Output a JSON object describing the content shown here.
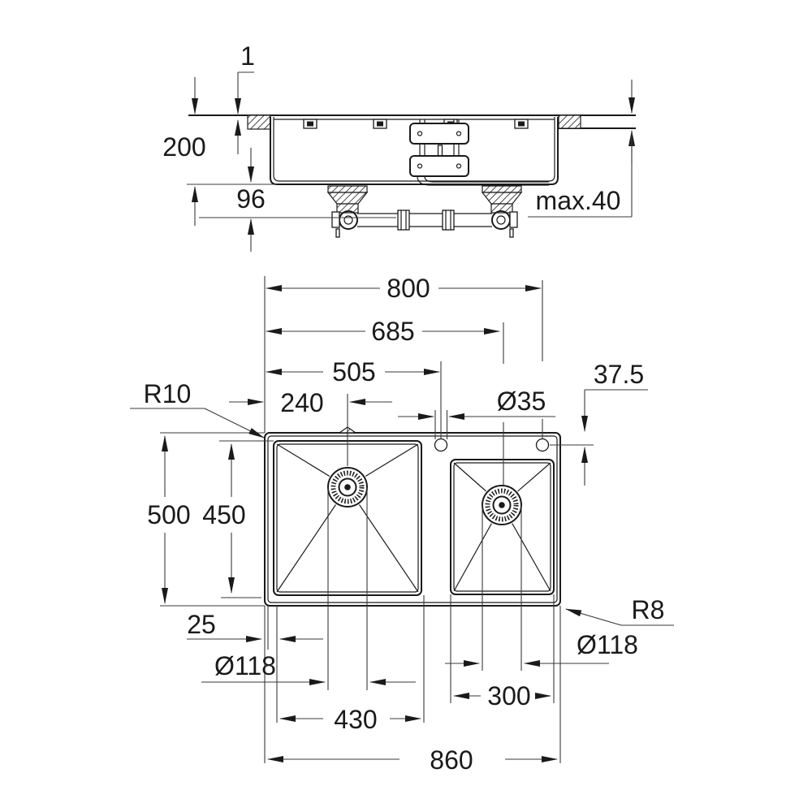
{
  "drawing": {
    "type": "technical-installation-drawing",
    "views": [
      "side-section",
      "plan"
    ],
    "line_color": "#1a1a1a",
    "background": "#ffffff"
  },
  "dims": {
    "reveal": "1",
    "depth": "200",
    "drain_offset": "96",
    "countertop_max": "max.40",
    "overall_width": "800",
    "width_685": "685",
    "width_505": "505",
    "width_240": "240",
    "faucet_hole_dia": "Ø35",
    "faucet_hole_offset": "37.5",
    "radius_r10": "R10",
    "overall_depth": "500",
    "bowl_depth_450": "450",
    "rim_25": "25",
    "drain_left_dia": "Ø118",
    "bowl_left_width": "430",
    "total_width": "860",
    "bowl_right_width": "300",
    "drain_right_dia": "Ø118",
    "radius_r8": "R8"
  }
}
